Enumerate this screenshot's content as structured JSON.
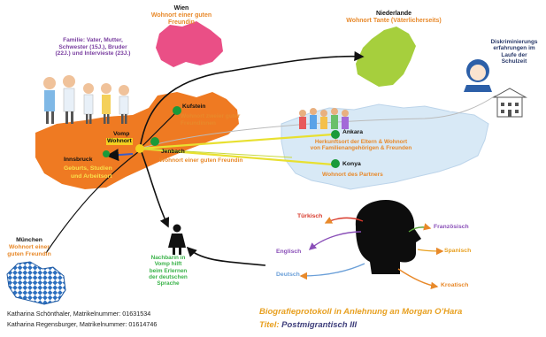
{
  "family": {
    "label_line1": "Familie: Vater, Mutter,",
    "label_line2": "Schwester (15J.), Bruder",
    "label_line3": "(22J.) und Intervieste (23J.)"
  },
  "wien": {
    "city": "Wien",
    "desc_line1": "Wohnort einer guten",
    "desc_line2": "Freundin"
  },
  "niederlande": {
    "city": "Niederlande",
    "desc": "Wohnort Tante (Väterlicherseits)"
  },
  "diskriminierung": {
    "line1": "Diskriminierungs",
    "line2": "erfahrungen im",
    "line3": "Laufe der",
    "line4": "Schulzeit"
  },
  "kufstein": {
    "city": "Kufstein",
    "desc_line1": "Wohnort zweier guter",
    "desc_line2": "Freundinnen"
  },
  "vomp": {
    "city": "Vomp",
    "desc": "Wohnort"
  },
  "jenbach": {
    "city": "Jenbach",
    "desc": "Wohnort einer guten Freundin"
  },
  "innsbruck": {
    "city": "Innsbruck",
    "desc_line1": "Geburts, Studien",
    "desc_line2": "und Arbeitsort"
  },
  "ankara": {
    "city": "Ankara",
    "desc_line1": "Herkunftsort der Eltern & Wohnort",
    "desc_line2": "von Familienangehörigen & Freunden"
  },
  "konya": {
    "city": "Konya",
    "desc": "Wohnort des Partners"
  },
  "muenchen": {
    "city": "München",
    "desc_line1": "Wohnort einer",
    "desc_line2": "guten Freundin"
  },
  "nachbarin": {
    "line1": "Nachbarin in",
    "line2": "Vomp hilft",
    "line3": "beim Erlernen",
    "line4": "der deutschen",
    "line5": "Sprache"
  },
  "languages": {
    "tuerkisch": "Türkisch",
    "franzoesisch": "Französisch",
    "englisch": "Englisch",
    "spanisch": "Spanisch",
    "deutsch": "Deutsch",
    "kroatisch": "Kroatisch"
  },
  "credits": {
    "line1": "Katharina Schönthaler, Matrikelnummer: 01631534",
    "line2": "Katharina Regensburger, Matrikelnummer: 01614746"
  },
  "title": {
    "line1": "Biografieprotokoll in Anlehnung an Morgan O’Hara",
    "prefix": "Titel:",
    "subtitle": "Postmigrantisch III"
  },
  "colors": {
    "austria": "#ef7a22",
    "wien": "#ea4f86",
    "netherlands": "#a6cf3d",
    "turkey": "#d8e9f6",
    "bavaria": "#2c6fbf"
  }
}
